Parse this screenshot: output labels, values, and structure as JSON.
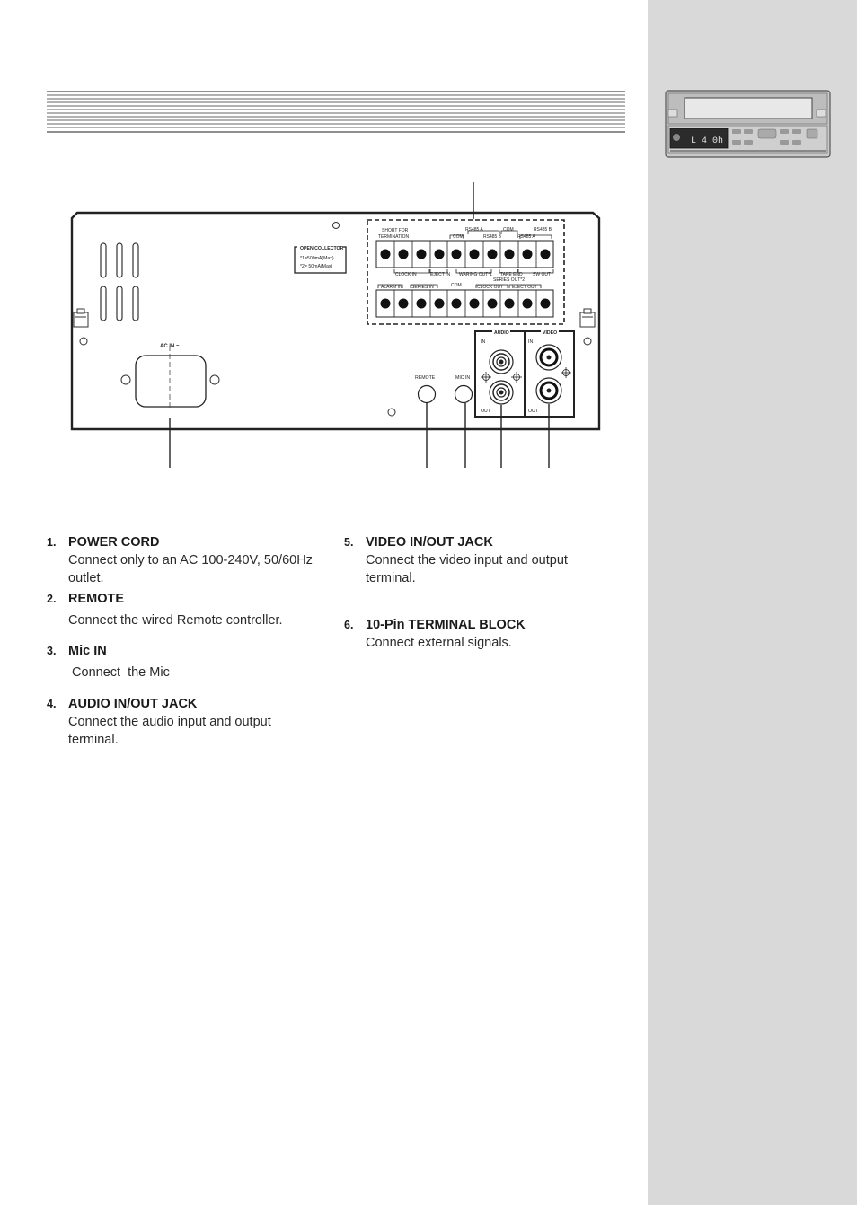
{
  "diagram": {
    "terminal": {
      "top_labels": [
        "SHORT FOR",
        "TERMINATION",
        "COM",
        "RS485 A",
        "RS485 B",
        "COM",
        "RS485 A",
        "RS485 B"
      ],
      "bottom_labels": [
        "CLOCK IN",
        "EJECT IN",
        "WARING OUT*1",
        "TAPE END",
        "SERIES OUT*2",
        "SW OUT",
        "ALARM IN",
        "SERIES IN",
        "COM",
        "CLOCK OUT",
        "EJECT OUT"
      ]
    },
    "open_collector": {
      "title": "OPEN COLLECTOR",
      "line1": "*1=500mA(Max)",
      "line2": "*2= 50mA(Max)"
    },
    "ac_label": "AC IN ~",
    "remote_label": "REMOTE",
    "mic_label": "MIC IN",
    "audio": {
      "title": "AUDIO",
      "in": "IN",
      "out": "OUT"
    },
    "video": {
      "title": "VIDEO",
      "in": "IN",
      "out": "OUT"
    }
  },
  "vcr_display": "L 4 0h",
  "items": [
    {
      "number": "1.",
      "title": "POWER CORD",
      "body": "Connect only to an AC 100-240V, 50/60Hz outlet."
    },
    {
      "number": "2.",
      "title": "REMOTE",
      "body": "Connect  the wired Remote controller."
    },
    {
      "number": "3.",
      "title": "Mic IN",
      "body": " Connect  the Mic"
    },
    {
      "number": "4.",
      "title": "AUDIO IN/OUT JACK",
      "body": "Connect the audio input and output terminal."
    },
    {
      "number": "5.",
      "title": "VIDEO IN/OUT JACK",
      "body": "Connect the video input and output terminal."
    },
    {
      "number": "6.",
      "title": "10-Pin TERMINAL BLOCK",
      "body": "Connect external signals."
    }
  ]
}
